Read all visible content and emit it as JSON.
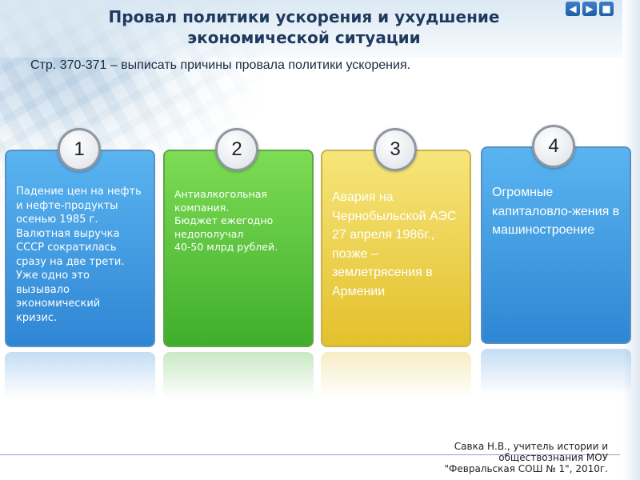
{
  "title_line1": "Провал политики ускорения и ухудшение",
  "title_line2": "экономической ситуации",
  "subtitle": "Стр. 370-371 – выписать причины провала политики ускорения.",
  "cards": [
    {
      "number": "1",
      "text": "Падение цен на нефть и нефте-продукты осенью 1985 г. Валютная выручка СССР сократилась сразу на две трети. Уже одно это вызывало экономический кризис.",
      "color": "#3a95dd"
    },
    {
      "number": "2",
      "text": "Антиалкогольная компания.\nБюджет ежегодно недополучал\n40-50 млрд рублей.",
      "color": "#4fbe35"
    },
    {
      "number": "3",
      "text": "Авария на Чернобыльской АЭС 27 апреля 1986г., позже – землетрясения в Армении",
      "color": "#ecd04a"
    },
    {
      "number": "4",
      "text": "Огромные капиталовло-жения в машиностроение",
      "color": "#3a95dd"
    }
  ],
  "footer": {
    "line1": "Савка Н.В., учитель истории и",
    "line2": "обществознания МОУ",
    "line3": "\"Февральская СОШ № 1\", 2010г."
  },
  "nav": [
    "◀",
    "▶",
    "■"
  ]
}
